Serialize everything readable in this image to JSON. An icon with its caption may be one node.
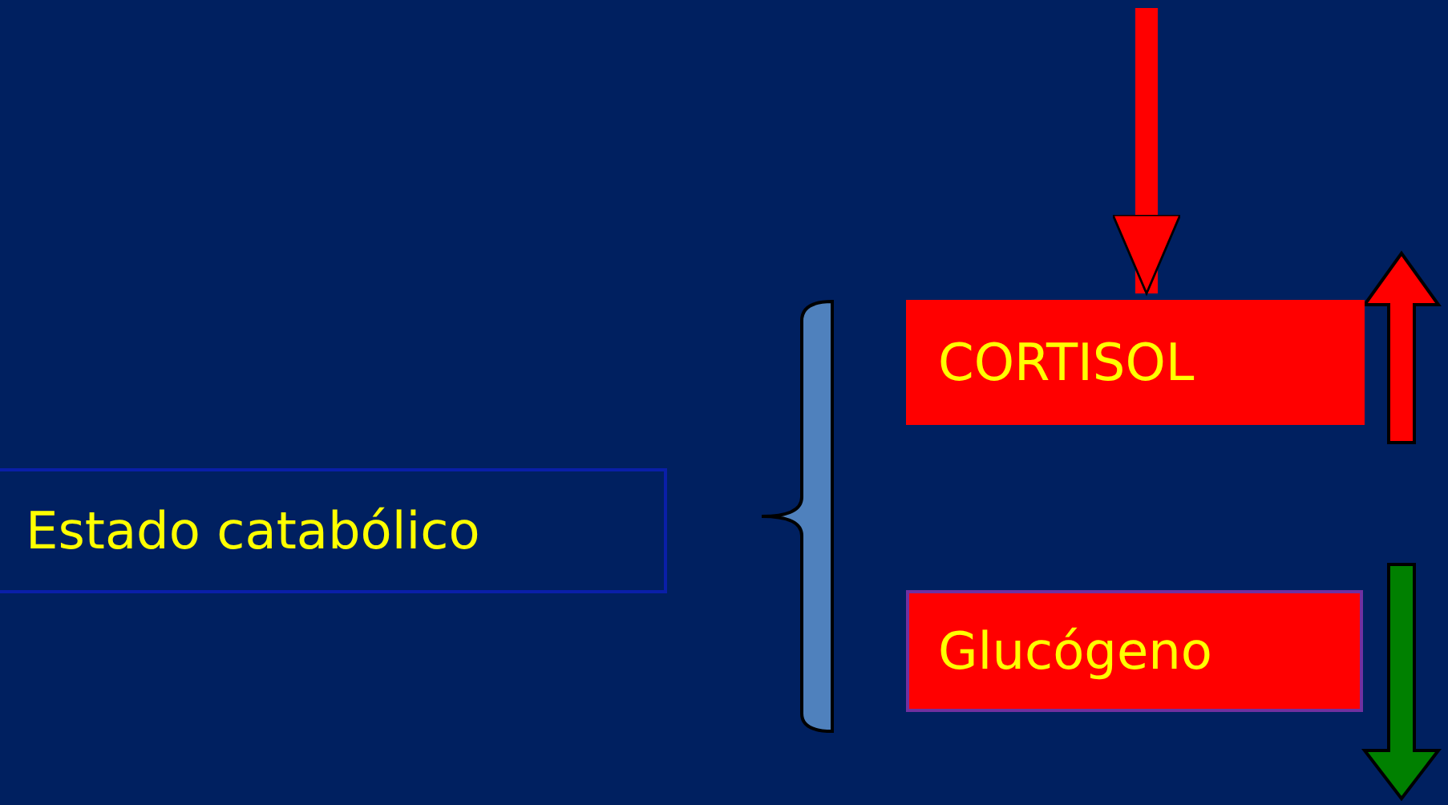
{
  "diagram": {
    "nodes": [
      {
        "text": [
          "Estado catabólico"
        ]
      },
      {
        "text": [],
        "shape": "bracket"
      },
      {
        "text": [
          "CORTISOL"
        ]
      },
      {
        "text": [
          "Glucógeno"
        ]
      }
    ],
    "edges": [
      {
        "from": null,
        "to": 2,
        "arrow": "to",
        "color": "#ff0000"
      }
    ]
  }
}
